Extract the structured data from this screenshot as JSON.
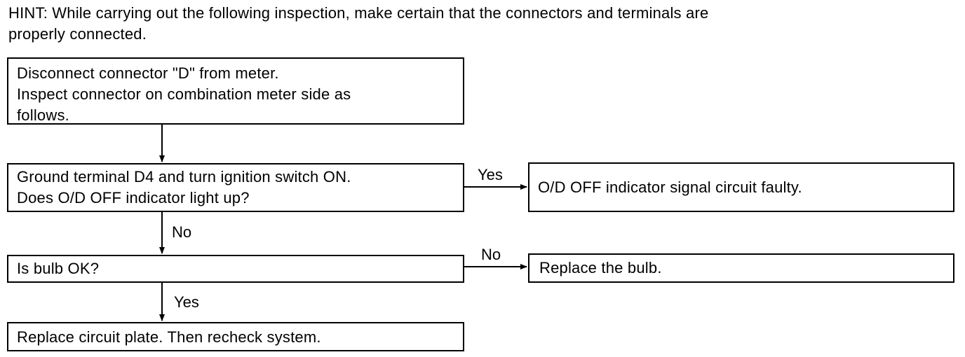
{
  "hint": {
    "line1": "HINT: While carrying out the following inspection, make certain that the connectors and terminals are",
    "line2": "properly connected."
  },
  "steps": {
    "disconnect": {
      "lines": [
        "Disconnect connector \"D\" from meter.",
        "Inspect connector on combination meter side as",
        "follows."
      ]
    },
    "ground_check": {
      "lines": [
        "Ground terminal D4 and turn ignition switch ON.",
        "Does O/D OFF indicator light up?"
      ]
    },
    "faulty": {
      "text": "O/D OFF indicator signal circuit faulty."
    },
    "bulb_check": {
      "text": "Is bulb OK?"
    },
    "replace_bulb": {
      "text": "Replace the bulb."
    },
    "replace_plate": {
      "text": "Replace circuit plate. Then recheck system."
    }
  },
  "branches": {
    "ground_yes": "Yes",
    "ground_no": "No",
    "bulb_no": "No",
    "bulb_yes": "Yes"
  },
  "colors": {
    "ink": "#000000",
    "background": "#ffffff"
  }
}
